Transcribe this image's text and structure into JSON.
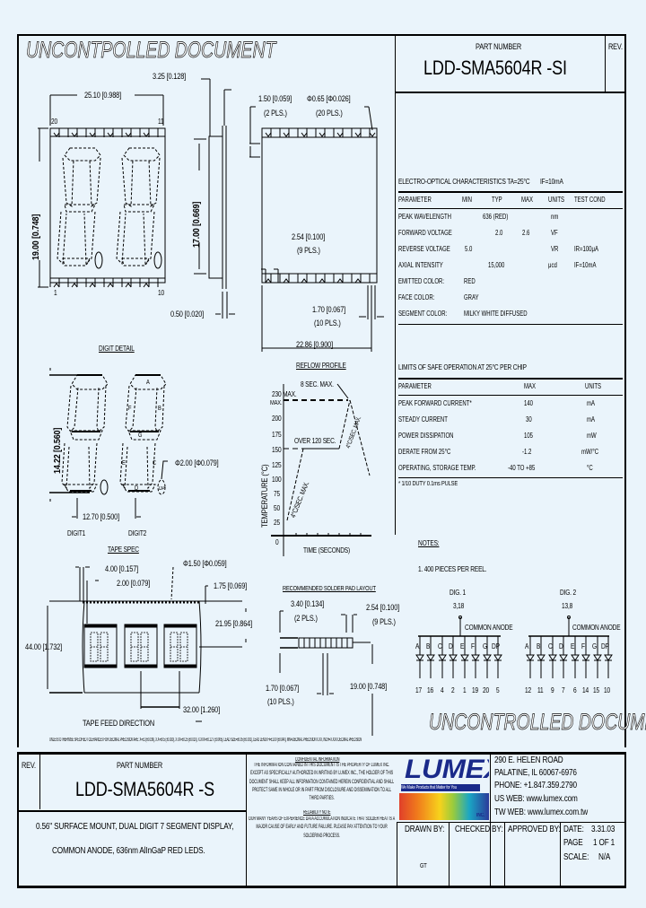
{
  "header": {
    "watermark_top": "UNCONTPOLLED DOCUMENT",
    "part_number_label": "PART NUMBER",
    "part_number": "LDD-SMA5604R -SI",
    "rev_label": "REV."
  },
  "outline_dims": {
    "top_offset": "3.25 [0.128]",
    "width": "25.10 [0.988]",
    "pin_20": "20",
    "pin_11": "11",
    "pin_1": "1",
    "pin_10": "10",
    "height": "19.00 [0.748]",
    "body_height": "17.00 [0.669]",
    "lead_thickness": "0.50 [0.020]"
  },
  "side_dims": {
    "lead_len": "1.50 [0.059]",
    "lead_len_qty": "(2 PLS.)",
    "lead_dia": "Φ0.65 [Φ0.026]",
    "lead_dia_qty": "(20 PLS.)",
    "pitch": "2.54 [0.100]",
    "pitch_qty": "(9 PLS.)",
    "pad_w": "1.70 [0.067]",
    "pad_w_qty": "(10 PLS.)",
    "total_w": "22.86 [0.900]"
  },
  "electro_optical": {
    "title": "ELECTRO-OPTICAL CHARACTERISTICS TA=25°C",
    "condition": "IF=10mA",
    "headers": [
      "PARAMETER",
      "MIN",
      "TYP",
      "MAX",
      "UNITS",
      "TEST COND"
    ],
    "rows": [
      [
        "PEAK WAVELENGTH",
        "",
        "636 (RED)",
        "",
        "nm",
        ""
      ],
      [
        "FORWARD VOLTAGE",
        "",
        "2.0",
        "2.6",
        "VF",
        ""
      ],
      [
        "REVERSE VOLTAGE",
        "5.0",
        "",
        "",
        "VR",
        "IR=100μA"
      ],
      [
        "AXIAL INTENSITY",
        "",
        "15,000",
        "",
        "μcd",
        "IF=10mA"
      ],
      [
        "EMITTED COLOR:",
        "RED",
        "",
        "",
        "",
        ""
      ],
      [
        "FACE COLOR:",
        "GRAY",
        "",
        "",
        "",
        ""
      ],
      [
        "SEGMENT COLOR:",
        "MILKY WHITE DIFFUSED",
        "",
        "",
        "",
        ""
      ]
    ]
  },
  "digit_detail": {
    "title": "DIGIT DETAIL",
    "height": "14.22 [0.560]",
    "segments": [
      "A",
      "B",
      "C",
      "D",
      "E",
      "F",
      "G",
      "DP"
    ],
    "dp_dia": "Φ2.00 [Φ0.079]",
    "pitch": "12.70 [0.500]",
    "digit1": "DIGIT1",
    "digit2": "DIGIT2"
  },
  "reflow": {
    "title": "REFLOW PROFILE",
    "ylabel": "TEMPERATURE (°C)",
    "xlabel": "TIME (SECONDS)",
    "yticks": [
      "230 MAX.",
      "200",
      "175",
      "150",
      "125",
      "100",
      "75",
      "50",
      "25",
      "0"
    ],
    "annot_peak": "8 SEC. MAX.",
    "annot_soak": "OVER 120 SEC.",
    "annot_ramp1": "4°C/SEC. MAX.",
    "annot_ramp2": "4°C/SEC. MAX."
  },
  "safe_operation": {
    "title": "LIMITS OF SAFE OPERATION AT 25°C PER CHIP",
    "headers": [
      "PARAMETER",
      "MAX",
      "UNITS"
    ],
    "rows": [
      [
        "PEAK FORWARD CURRENT*",
        "140",
        "mA"
      ],
      [
        "STEADY CURRENT",
        "30",
        "mA"
      ],
      [
        "POWER DISSIPATION",
        "105",
        "mW"
      ],
      [
        "DERATE FROM 25°C",
        "-1.2",
        "mW/°C"
      ],
      [
        "OPERATING, STORAGE TEMP.",
        "-40 TO +85",
        "°C"
      ]
    ],
    "footnote": "* 1/10 DUTY 0.1ms PULSE"
  },
  "tape_spec": {
    "title": "TAPE SPEC",
    "d1": "4.00 [0.157]",
    "d2": "2.00 [0.079]",
    "hole": "Φ1.50 [Φ0.059]",
    "edge": "1.75 [0.069]",
    "center": "21.95 [0.864]",
    "width": "44.00 [1.732]",
    "pitch": "32.00 [1.260]",
    "feed": "TAPE FEED DIRECTION"
  },
  "solder_pad": {
    "title": "RECOMMENDED SOLDER PAD LAYOUT",
    "d1": "3.40 [0.134]",
    "d1_qty": "(2 PLS.)",
    "pitch": "2.54 [0.100]",
    "pitch_qty": "(9 PLS.)",
    "pad_w": "1.70 [0.067]",
    "pad_w_qty": "(10 PLS.)",
    "span": "19.00 [0.748]"
  },
  "notes": {
    "title": "NOTES:",
    "items": [
      "1. 400 PIECES PER REEL."
    ]
  },
  "circuit": {
    "dig1_title": "DIG. 1",
    "dig1_pins": "3,18",
    "dig2_title": "DIG. 2",
    "dig2_pins": "13,8",
    "common": "COMMON ANODE",
    "dig1_segments": [
      "A",
      "B",
      "C",
      "D",
      "E",
      "F",
      "G",
      "DP"
    ],
    "dig1_pin_numbers": [
      "17",
      "16",
      "4",
      "2",
      "1",
      "19",
      "20",
      "5"
    ],
    "dig2_segments": [
      "A",
      "B",
      "C",
      "D",
      "E",
      "F",
      "G",
      "DP"
    ],
    "dig2_pin_numbers": [
      "12",
      "11",
      "9",
      "7",
      "6",
      "14",
      "15",
      "10"
    ]
  },
  "watermark_bottom": "UNCONTROLLED DOCUMENT",
  "tolerance_note": "UNLESS OTHERWISE SPECIFIED TOLERANCES FOR DECIMAL PRECISION ARE: X=±1 (±0.039), X.X=±0.5 (±0.020), X.XX=±0.25 (±0.010), X.XXX=±0.127 (±0.005), LEAD SIZE=±0.05 (±0.002), LEAD LENGTH=±1.00 (±0.040), MM=DECIMAL PRECISION X.XX, INCH=X.XXX DECIMAL PRECISION",
  "title_block": {
    "rev_label": "REV.",
    "part_number_label": "PART NUMBER",
    "part_number": "LDD-SMA5604R -S",
    "description_1": "0.56\" SURFACE MOUNT, DUAL DIGIT 7 SEGMENT DISPLAY,",
    "description_2": "COMMON ANODE, 636nm AlInGaP RED LEDS.",
    "confidential_title": "CONFIDENTIAL INFORMATION",
    "confidential_text": "THE INFORMATION CONTAINED IN THIS DOCUMENT IS THE PROPERTY OF LUMEX INC. EXCEPT AS SPECIFICALLY AUTHORIZED IN WRITING BY LUMEX INC., THE HOLDER OF THIS DOCUMENT SHALL KEEP ALL INFORMATION CONTAINED HEREIN CONFIDENTIAL AND SHALL PROTECT SAME IN WHOLE OR IN PART FROM DISCLOSURE AND DISSEMINATION TO ALL THIRD PARTIES.",
    "reliability_title": "RELIABILITY NOTE",
    "reliability_text": "OUR MANY YEARS OF EXPERIENCE DATA ACCUMULATION INDICATE THAT SOLDER HEAT IS A MAJOR CAUSE OF EARLY AND FUTURE FAILURE. PLEASE PAY ATTENTION TO YOUR SOLDERING PROCESS.",
    "logo_text": "LUMEX",
    "logo_tagline": "We Make Products that Matter for You",
    "logo_inc": "INC.",
    "address_1": "290 E. HELEN ROAD",
    "address_2": "PALATINE, IL 60067-6976",
    "phone": "PHONE: +1.847.359.2790",
    "us_web": "US WEB: www.lumex.com",
    "tw_web": "TW WEB: www.lumex.com.tw",
    "drawn_by_label": "DRAWN BY:",
    "drawn_by": "GT",
    "checked_by_label": "CHECKED BY:",
    "approved_by_label": "APPROVED BY:",
    "date_label": "DATE:",
    "date": "3.31.03",
    "page_label": "PAGE",
    "page": "1 OF 1",
    "scale_label": "SCALE:",
    "scale": "N/A"
  },
  "colors": {
    "background": "#eaf4fb",
    "ink": "#000000",
    "logo_blue": "#1a2a8a"
  }
}
